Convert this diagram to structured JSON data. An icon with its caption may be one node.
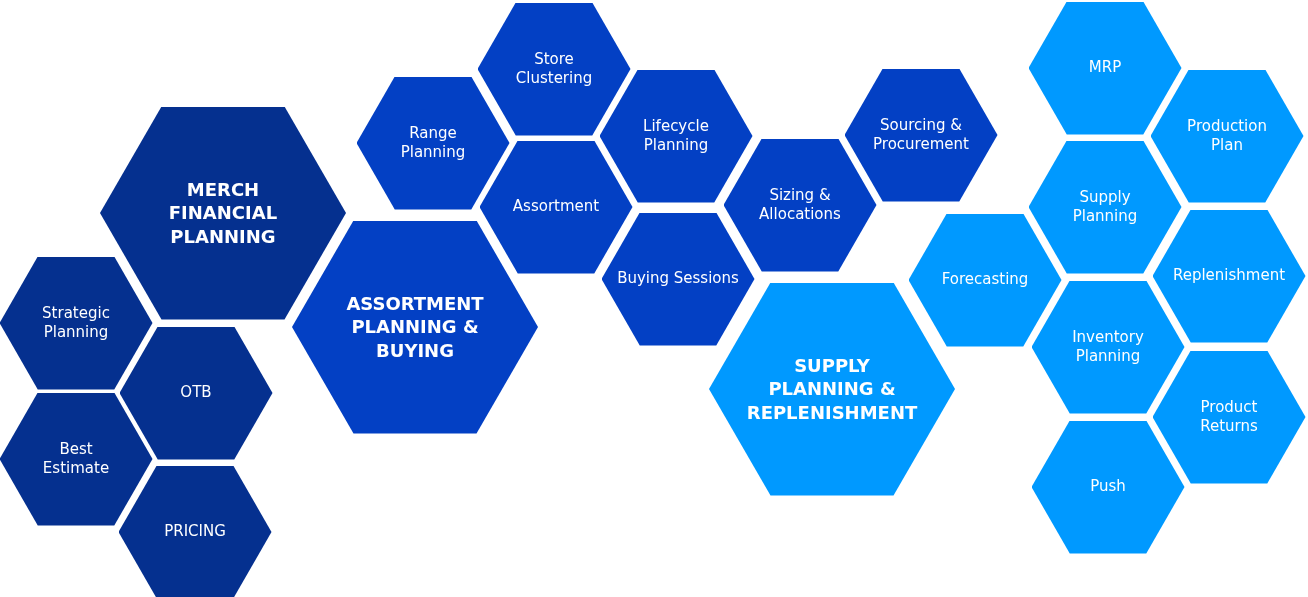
{
  "diagram": {
    "nodes": [
      {
        "text": [
          "MERCH FINANCIAL PLANNING"
        ]
      },
      {
        "text": [
          "Strategic Planning"
        ]
      },
      {
        "text": [
          "OTB"
        ]
      },
      {
        "text": [
          "Best Estimate"
        ]
      },
      {
        "text": [
          "PRICING"
        ]
      },
      {
        "text": [
          "ASSORTMENT PLANNING & BUYING"
        ]
      },
      {
        "text": [
          "Range Planning"
        ]
      },
      {
        "text": [
          "Store Clustering"
        ]
      },
      {
        "text": [
          "Assortment"
        ]
      },
      {
        "text": [
          "Lifecycle Planning"
        ]
      },
      {
        "text": [
          "Buying Sessions"
        ]
      },
      {
        "text": [
          "Sizing & Allocations"
        ]
      },
      {
        "text": [
          "Sourcing & Procurement"
        ]
      },
      {
        "text": [
          "SUPPLY PLANNING & REPLENISHMENT"
        ]
      },
      {
        "text": [
          "Forecasting"
        ]
      },
      {
        "text": [
          "MRP"
        ]
      },
      {
        "text": [
          "Production Plan"
        ]
      },
      {
        "text": [
          "Supply Planning"
        ]
      },
      {
        "text": [
          "Replenishment"
        ]
      },
      {
        "text": [
          "Inventory Planning"
        ]
      },
      {
        "text": [
          "Product Returns"
        ]
      },
      {
        "text": [
          "Push"
        ]
      }
    ]
  }
}
